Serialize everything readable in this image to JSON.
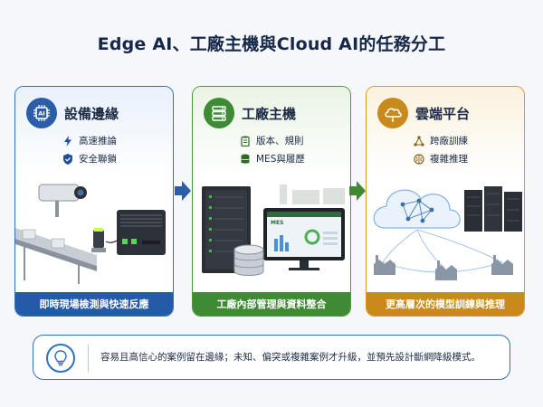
{
  "title": "Edge AI、工廠主機與Cloud AI的任務分工",
  "panels": [
    {
      "heading": "設備邊緣",
      "badge": "AI",
      "items": [
        "高速推論",
        "安全聯鎖"
      ],
      "footer": "即時現場檢測與快速反應"
    },
    {
      "heading": "工廠主機",
      "items": [
        "版本、規則",
        "MES與履歷"
      ],
      "screen_label": "MES",
      "footer": "工廠內部管理與資料整合"
    },
    {
      "heading": "雲端平台",
      "items": [
        "跨廠訓練",
        "複雜推理"
      ],
      "footer": "更高層次的模型訓練與推理"
    }
  ],
  "note": "容易且高信心的案例留在邊緣；未知、偏突或複雜案例才升級，並預先設計斷網降級模式。",
  "colors": {
    "edge": "#2f6fc4",
    "factory": "#4e9a3a",
    "cloud": "#d89a28",
    "title": "#16284a"
  }
}
